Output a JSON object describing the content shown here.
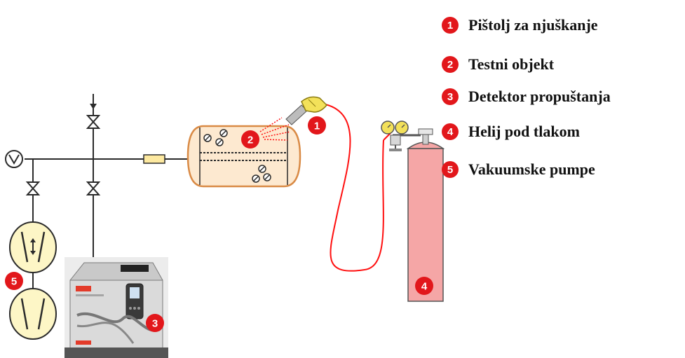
{
  "colors": {
    "badge": "#e2171b",
    "pipe": "#2b2b2b",
    "hose": "#ff1010",
    "cylinder": "#f5a6a6",
    "pump_fill": "#fdf6c6",
    "test_object_fill": "#fde9d0",
    "test_object_stroke": "#d98a45"
  },
  "legend": [
    {
      "number": "1",
      "label": "Pištolj za njuškanje"
    },
    {
      "number": "2",
      "label": "Testni objekt"
    },
    {
      "number": "3",
      "label": "Detektor propuštanja"
    },
    {
      "number": "4",
      "label": "Helij pod tlakom"
    },
    {
      "number": "5",
      "label": "Vakuumske pumpe"
    }
  ],
  "diagram": {
    "badges": {
      "sniffer_gun": "1",
      "test_object": "2",
      "leak_detector": "3",
      "helium_cylinder": "4",
      "vacuum_pumps": "5"
    }
  }
}
